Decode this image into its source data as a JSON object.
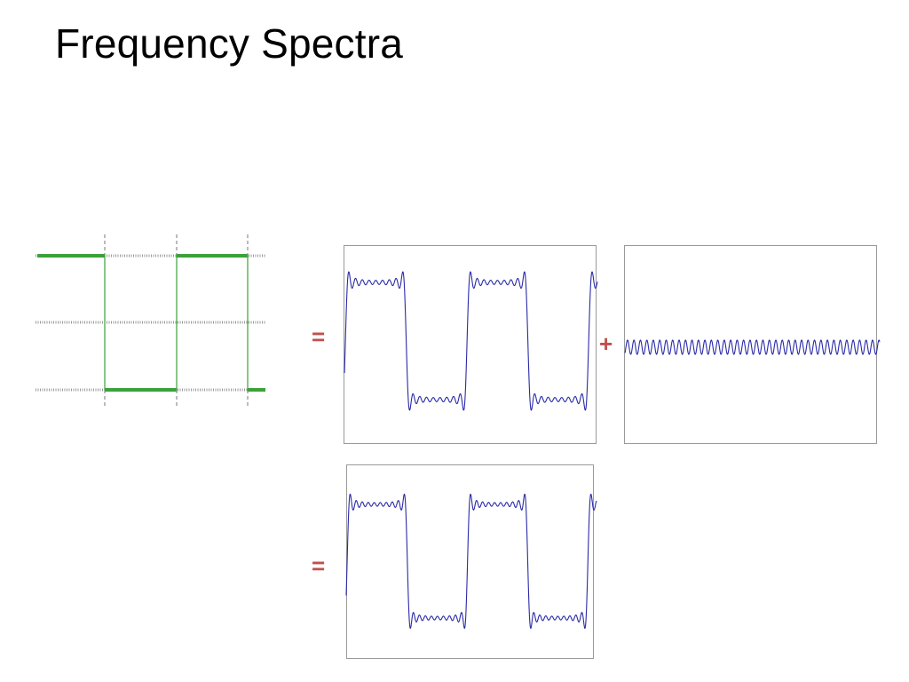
{
  "slide": {
    "title": "Frequency Spectra"
  },
  "operators": {
    "equals_top": "=",
    "plus": "+",
    "equals_bottom": "="
  },
  "colors": {
    "square_wave": "#3aa23a",
    "approximation_wave": "#2a2aa8",
    "operator": "#c0504d",
    "frame": "#9a9a9a",
    "dotted_guide": "#999999"
  },
  "waves": {
    "target_square": {
      "cycles": 1.5,
      "levels": [
        "high",
        "low"
      ]
    },
    "current_approximation": {
      "type": "square_wave_partial_sum",
      "harmonics": [
        1,
        3,
        5,
        7,
        9,
        11,
        13,
        15,
        17
      ]
    },
    "added_term": {
      "type": "sine",
      "harmonic": 19
    },
    "new_approximation": {
      "type": "square_wave_partial_sum",
      "harmonics": [
        1,
        3,
        5,
        7,
        9,
        11,
        13,
        15,
        17,
        19
      ]
    }
  }
}
